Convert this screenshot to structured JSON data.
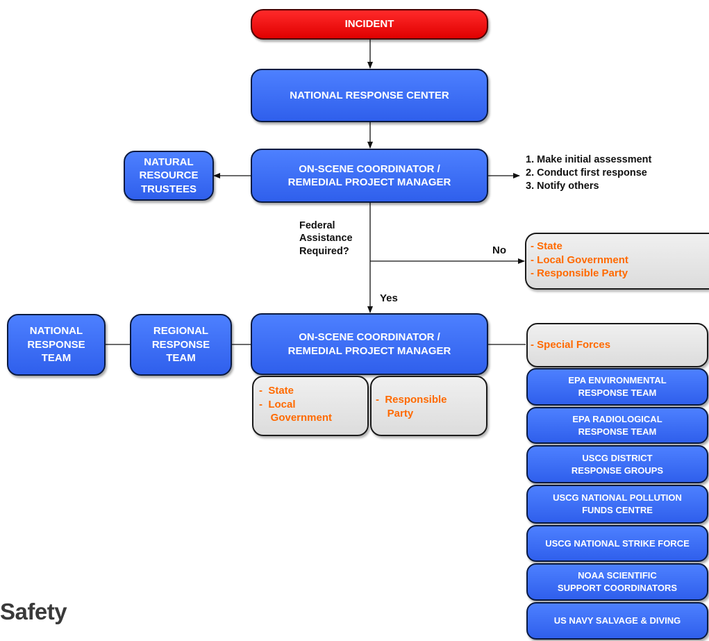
{
  "incident": "INCIDENT",
  "nrc": "NATIONAL RESPONSE CENTER",
  "osc_top": "ON-SCENE COORDINATOR /\nREMEDIAL PROJECT MANAGER",
  "trustees": "NATURAL\nRESOURCE\nTRUSTEES",
  "actions": [
    "1. Make initial assessment",
    "2. Conduct first response",
    "3. Notify others"
  ],
  "question": [
    "Federal",
    "Assistance",
    "Required?"
  ],
  "no_label": "No",
  "yes_label": "Yes",
  "no_box": [
    "- State",
    "- Local Government",
    "- Responsible Party"
  ],
  "nrt": "NATIONAL\nRESPONSE\nTEAM",
  "rrt": "REGIONAL\nRESPONSE\nTEAM",
  "osc_main": "ON-SCENE COORDINATOR /\nREMEDIAL PROJECT MANAGER",
  "state_box": [
    "-  State",
    "-  Local",
    "    Government"
  ],
  "rp_box": [
    "-  Responsible",
    "    Party"
  ],
  "special_forces": "- Special Forces",
  "forces": [
    "EPA ENVIRONMENTAL\nRESPONSE TEAM",
    "EPA RADIOLOGICAL\nRESPONSE TEAM",
    "USCG DISTRICT\nRESPONSE GROUPS",
    "USCG NATIONAL POLLUTION\nFUNDS CENTRE",
    "USCG NATIONAL STRIKE FORCE",
    "NOAA SCIENTIFIC\nSUPPORT COORDINATORS",
    "US NAVY SALVAGE & DIVING"
  ],
  "footer": "Safety",
  "colors": {
    "box_blue": "#3d6ff5",
    "box_red": "#f00000",
    "gray_fill": "#e6e6e6",
    "orange_text": "#ff6a00"
  }
}
